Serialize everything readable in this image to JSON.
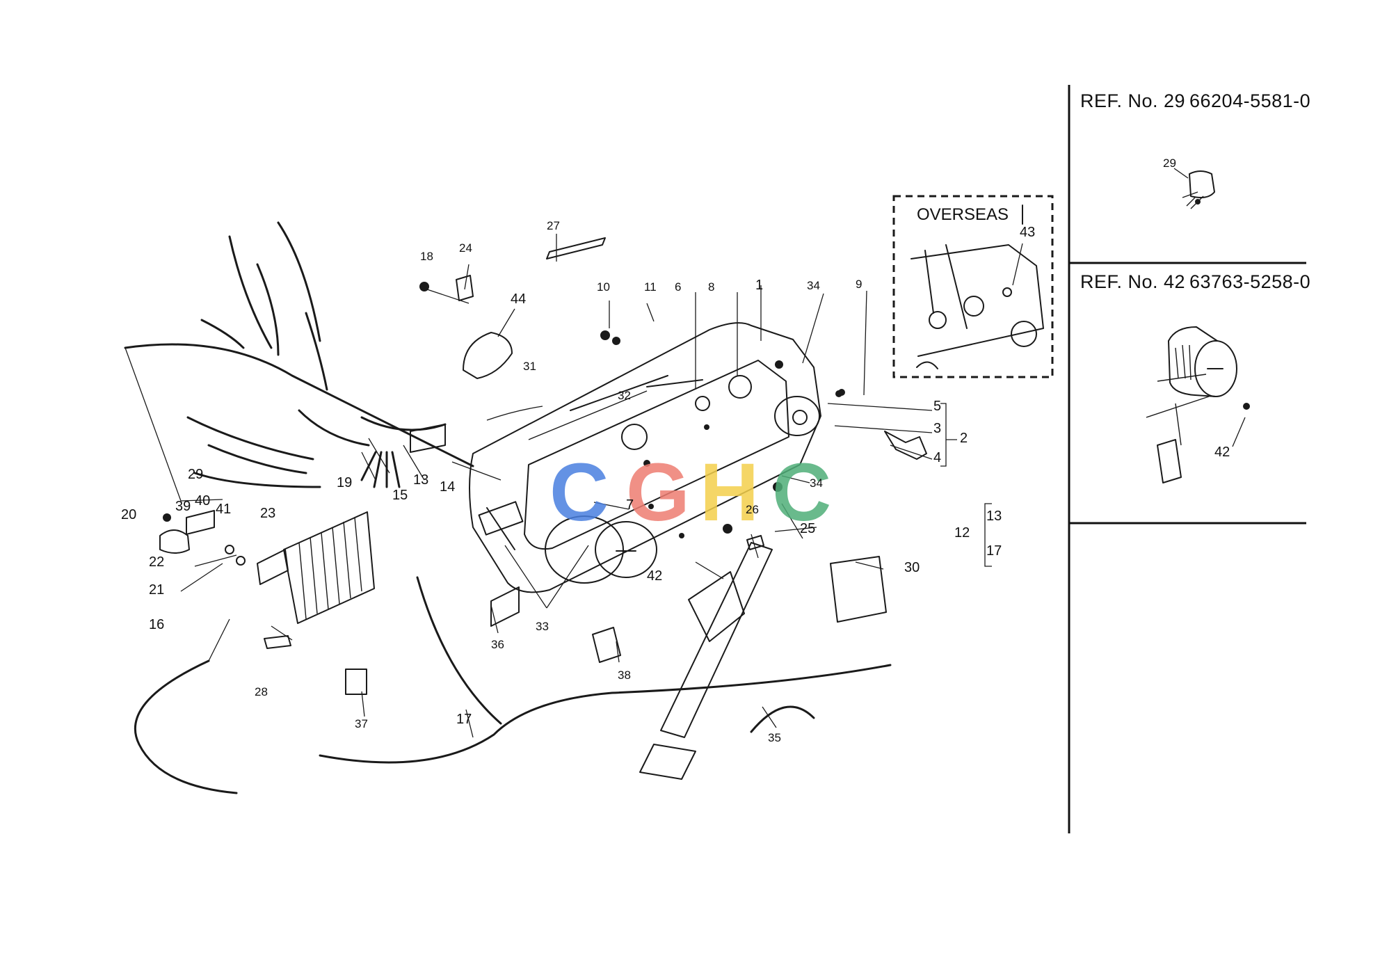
{
  "overseas_inset": {
    "label": "OVERSEAS"
  },
  "side_panels": [
    {
      "ref": "REF. No. 29",
      "part_number": "66204-5581-0",
      "item": "29"
    },
    {
      "ref": "REF. No. 42",
      "part_number": "63763-5258-0",
      "item": "42"
    }
  ],
  "watermark": {
    "letters": [
      "C",
      "G",
      "H",
      "C"
    ],
    "colors": [
      "#4a7fe0",
      "#ee7d72",
      "#f4d04c",
      "#4fae79"
    ]
  },
  "callouts": {
    "c1": "1",
    "c2": "2",
    "c3": "3",
    "c4": "4",
    "c5": "5",
    "c6": "6",
    "c7": "7",
    "c8": "8",
    "c9": "9",
    "c10": "10",
    "c11": "11",
    "c12": "12",
    "c13": "13",
    "c14": "14",
    "c15": "15",
    "c16": "16",
    "c17": "17",
    "c18": "18",
    "c19": "19",
    "c20": "20",
    "c21": "21",
    "c22": "22",
    "c23": "23",
    "c24": "24",
    "c25": "25",
    "c26": "26",
    "c27": "27",
    "c28": "28",
    "c29": "29",
    "c30": "30",
    "c31": "31",
    "c32": "32",
    "c33": "33",
    "c34a": "34",
    "c34b": "34",
    "c35": "35",
    "c36": "36",
    "c37": "37",
    "c38": "38",
    "c39": "39",
    "c40": "40",
    "c41": "41",
    "c42": "42",
    "c43": "43",
    "c44": "44",
    "c12_13": "13",
    "c12_17": "17"
  }
}
